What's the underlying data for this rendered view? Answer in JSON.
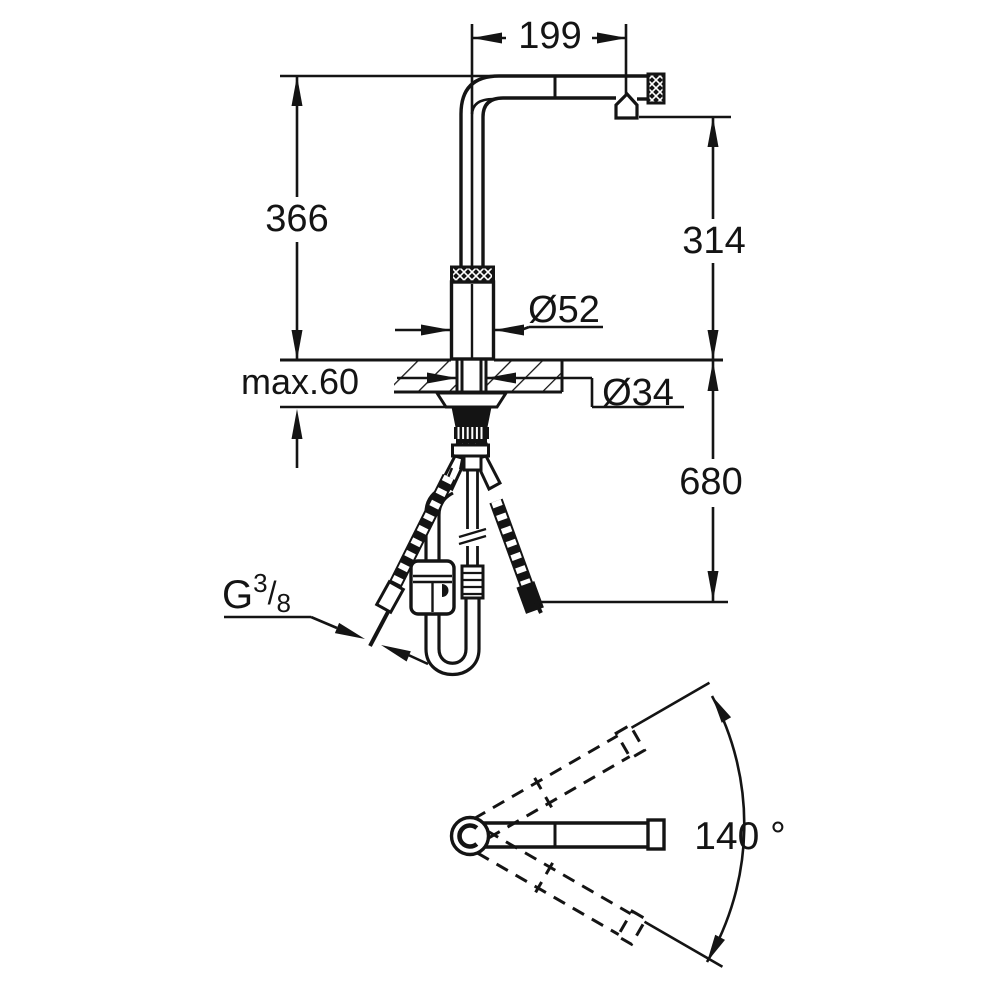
{
  "dimensions": {
    "spout_reach": "199",
    "height_to_spout_top": "366",
    "height_to_outlet": "314",
    "body_diameter": "Ø52",
    "max_deck_thickness": "max.60",
    "hole_diameter": "Ø34",
    "hose_length": "680",
    "swivel_angle": "140 °"
  },
  "thread": {
    "letter": "G",
    "numerator": "3",
    "slash": "/",
    "denominator": "8"
  },
  "colors": {
    "line": "#141414",
    "background": "#ffffff"
  }
}
